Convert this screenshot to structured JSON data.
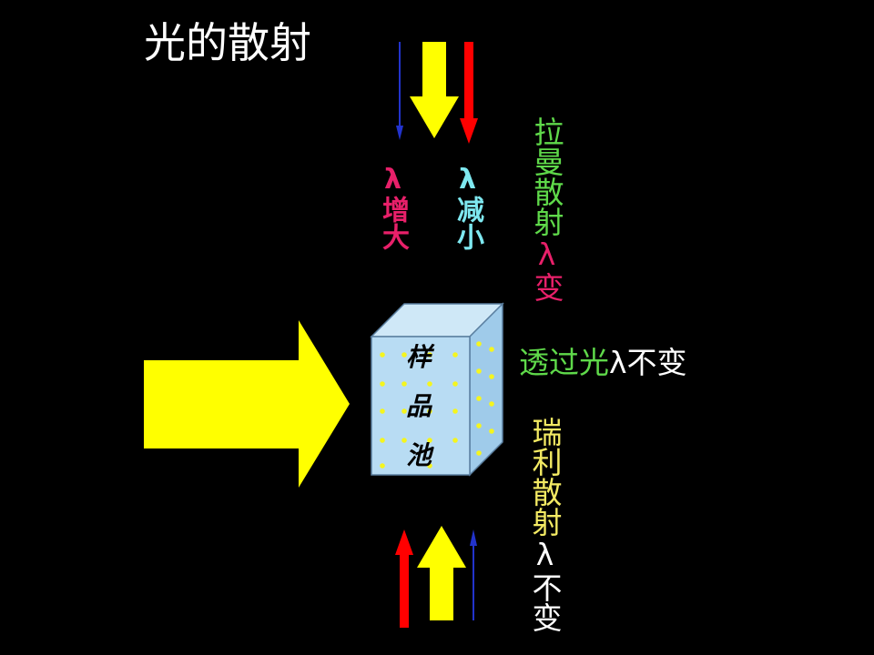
{
  "title": "光的散射",
  "labels": {
    "lambda_increase": "λ增大",
    "lambda_decrease": "λ减小",
    "raman": {
      "green_part": "拉曼散射",
      "magenta_part": "λ变"
    },
    "transmitted": {
      "green_part": "透过光",
      "white_part": "λ不变"
    },
    "rayleigh": {
      "yellow_part": "瑞利散射",
      "white_part": "λ不变"
    },
    "sample_cell": [
      "样",
      "品",
      "池"
    ]
  },
  "colors": {
    "background": "#000000",
    "incident_arrow": "#ffff00",
    "red_arrow": "#ff0000",
    "blue_arrow": "#2233cc",
    "cell_face": "#b8dcf3",
    "cell_dots": "#f5f51e",
    "lambda_increase": "#e8206a",
    "lambda_decrease": "#7ee8f0",
    "raman_text": "#5fd94a",
    "rayleigh_text": "#f3ea63"
  }
}
